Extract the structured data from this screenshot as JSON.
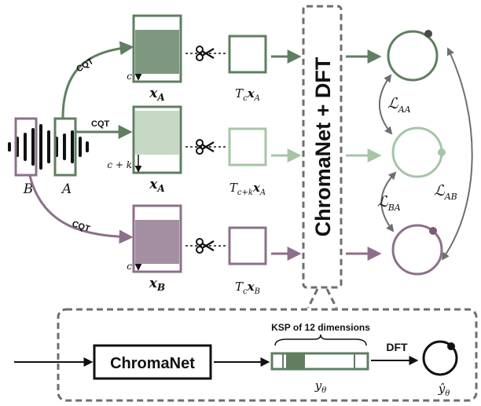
{
  "colors": {
    "green_dark": "#5f7f60",
    "green_light": "#a6c5a6",
    "purple": "#8c708a",
    "dash_gray": "#707070",
    "ink": "#111111"
  },
  "waveform": {
    "label_b": "B",
    "label_a": "A"
  },
  "cqt_label": "CQT",
  "spectrograms": [
    {
      "shift_label": "c",
      "name_base": "x",
      "name_sub": "A"
    },
    {
      "shift_label": "c + k",
      "name_base": "x",
      "name_sub": "A"
    },
    {
      "shift_label": "c",
      "name_base": "x",
      "name_sub": "B"
    }
  ],
  "crops": [
    {
      "t": "T",
      "t_sub": "c",
      "var": "x",
      "var_sub": "A"
    },
    {
      "t": "T",
      "t_sub": "c+k",
      "var": "x",
      "var_sub": "A"
    },
    {
      "t": "T",
      "t_sub": "c",
      "var": "x",
      "var_sub": "B"
    }
  ],
  "icons": [
    "scissors-icon",
    "scissors-icon",
    "scissors-icon"
  ],
  "model_box_label": "ChromaNet + DFT",
  "losses": {
    "aa": {
      "base": "ℒ",
      "sub": "AA"
    },
    "ba": {
      "base": "ℒ",
      "sub": "BA"
    },
    "ab": {
      "base": "ℒ",
      "sub": "AB"
    }
  },
  "detail": {
    "chromanet_label": "ChromaNet",
    "ksp_label": "KSP of 12 dimensions",
    "output_label_base": "y",
    "output_label_sub": "θ",
    "dft_label": "DFT",
    "final_label_base": "ŷ",
    "final_label_sub": "θ"
  }
}
